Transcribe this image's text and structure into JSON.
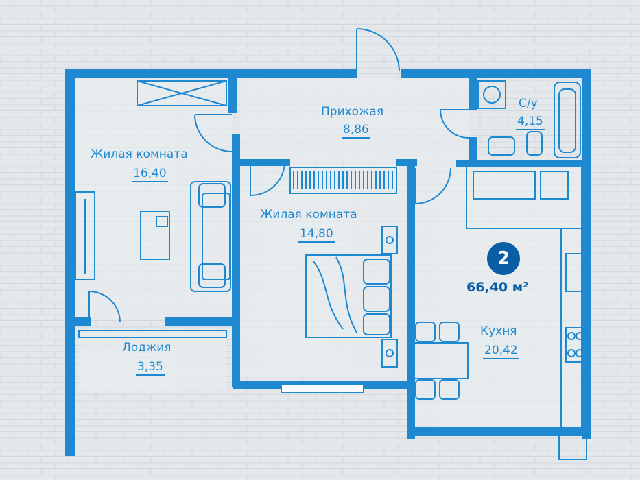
{
  "plan": {
    "apartment_number": "2",
    "total_area": "66,40 м²",
    "rooms": [
      {
        "name": "Прихожая",
        "area": "8,86"
      },
      {
        "name": "С/у",
        "area": "4,15"
      },
      {
        "name": "Жилая комната",
        "area": "16,40"
      },
      {
        "name": "Жилая комната",
        "area": "14,80"
      },
      {
        "name": "Кухня",
        "area": "20,42"
      },
      {
        "name": "Лоджия",
        "area": "3,35"
      }
    ]
  },
  "colors": {
    "wall": "#1e88d0",
    "wall_dark": "#0f5fa8",
    "accent": "#0a5ea6",
    "paper": "#dfe3e6"
  }
}
